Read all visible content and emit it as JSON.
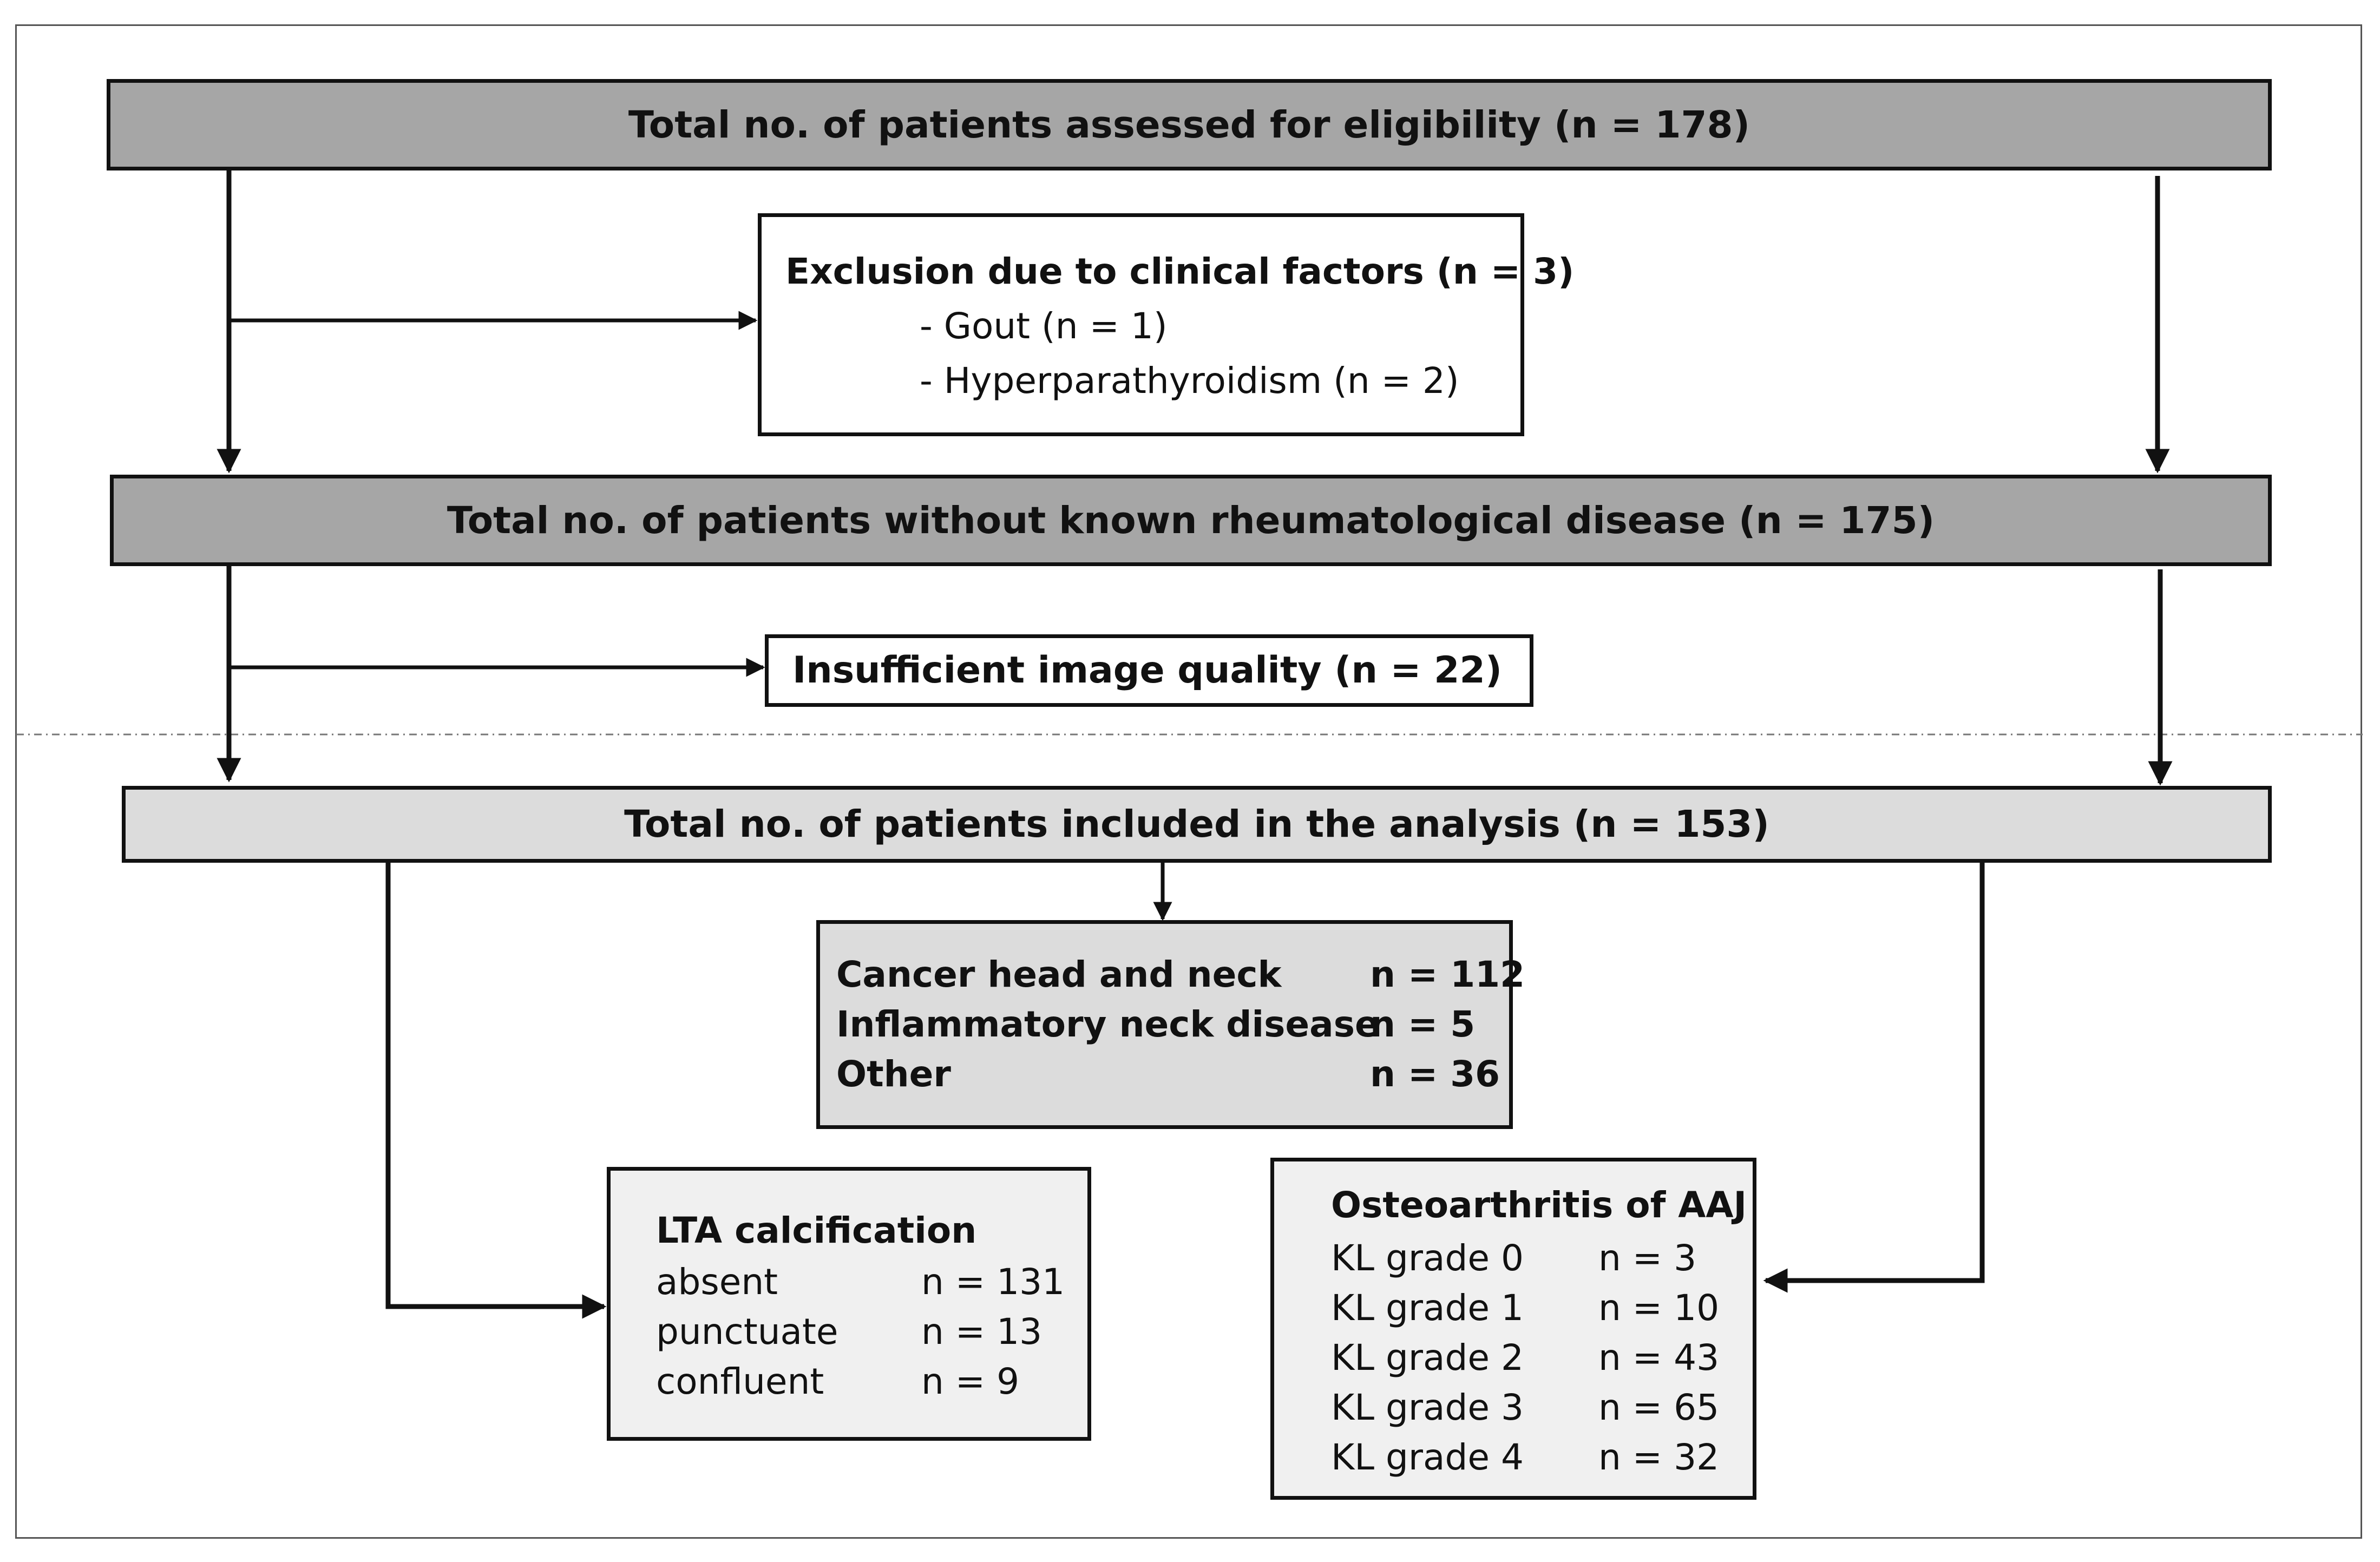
{
  "boxes": {
    "assessed": {
      "label": "Total no. of patients assessed for eligibility (n = 178)"
    },
    "clinical_exclusion": {
      "title": "Exclusion due to clinical factors (n = 3)",
      "items": [
        "- Gout (n = 1)",
        "- Hyperparathyroidism (n = 2)"
      ]
    },
    "without_rheum": {
      "label": "Total no. of patients without known rheumatological disease (n = 175)"
    },
    "image_quality": {
      "label": "Insufficient image quality (n = 22)"
    },
    "included": {
      "label": "Total no. of patients included in the analysis (n = 153)"
    },
    "diagnosis": {
      "rows": [
        {
          "label": "Cancer head and neck",
          "value": "n = 112"
        },
        {
          "label": "Inflammatory neck disease",
          "value": "n = 5"
        },
        {
          "label": "Other",
          "value": "n = 36"
        }
      ]
    },
    "lta": {
      "title": "LTA calcification",
      "rows": [
        {
          "label": "absent",
          "value": "n = 131"
        },
        {
          "label": "punctuate",
          "value": "n = 13"
        },
        {
          "label": "confluent",
          "value": "n = 9"
        }
      ]
    },
    "oa": {
      "title": "Osteoarthritis of AAJ",
      "rows": [
        {
          "label": "KL grade 0",
          "value": "n = 3"
        },
        {
          "label": "KL grade 1",
          "value": "n = 10"
        },
        {
          "label": "KL grade 2",
          "value": "n = 43"
        },
        {
          "label": "KL grade 3",
          "value": "n = 65"
        },
        {
          "label": "KL grade 4",
          "value": "n = 32"
        }
      ]
    }
  },
  "colors": {
    "header_fill": "#a6a6a6",
    "included_fill": "#dcdcdc",
    "detail_fill": "#f0f0f0",
    "line": "#111111"
  }
}
